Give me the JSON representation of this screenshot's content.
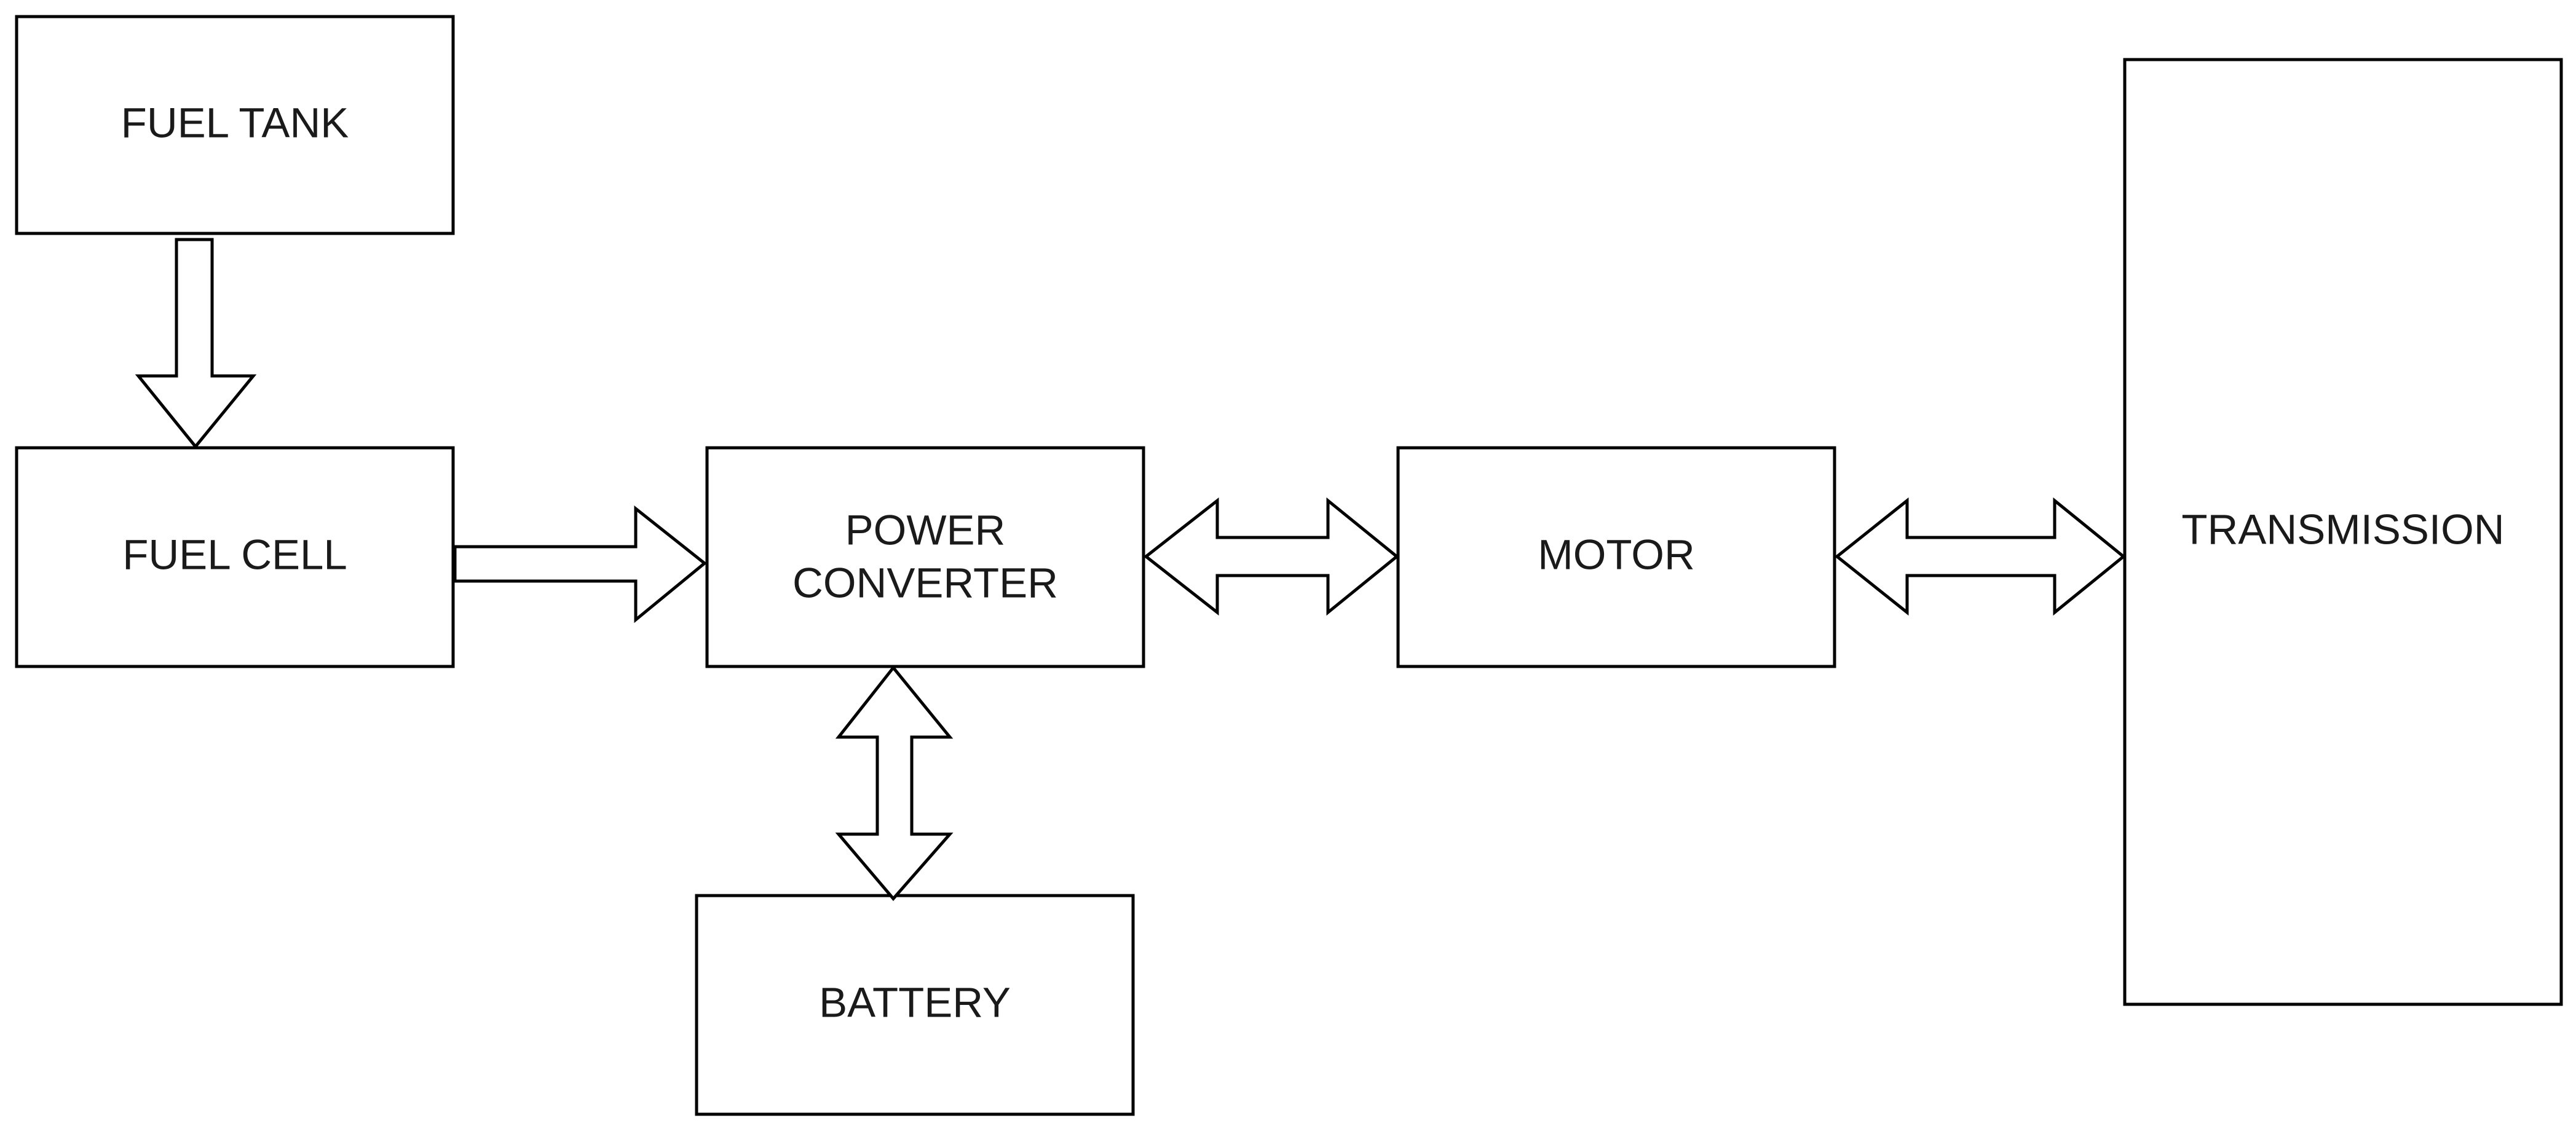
{
  "blocks": {
    "fuel_tank": "FUEL TANK",
    "fuel_cell": "FUEL CELL",
    "power_converter_line1": "POWER",
    "power_converter_line2": "CONVERTER",
    "motor": "MOTOR",
    "transmission": "TRANSMISSION",
    "battery": "BATTERY"
  },
  "connections": [
    {
      "from": "FUEL TANK",
      "to": "FUEL CELL",
      "direction": "one-way"
    },
    {
      "from": "FUEL CELL",
      "to": "POWER CONVERTER",
      "direction": "one-way"
    },
    {
      "from": "POWER CONVERTER",
      "to": "MOTOR",
      "direction": "two-way"
    },
    {
      "from": "MOTOR",
      "to": "TRANSMISSION",
      "direction": "two-way"
    },
    {
      "from": "POWER CONVERTER",
      "to": "BATTERY",
      "direction": "two-way"
    }
  ],
  "colors": {
    "stroke": "#000000",
    "fill": "#ffffff",
    "text": "#1a1a1a"
  }
}
